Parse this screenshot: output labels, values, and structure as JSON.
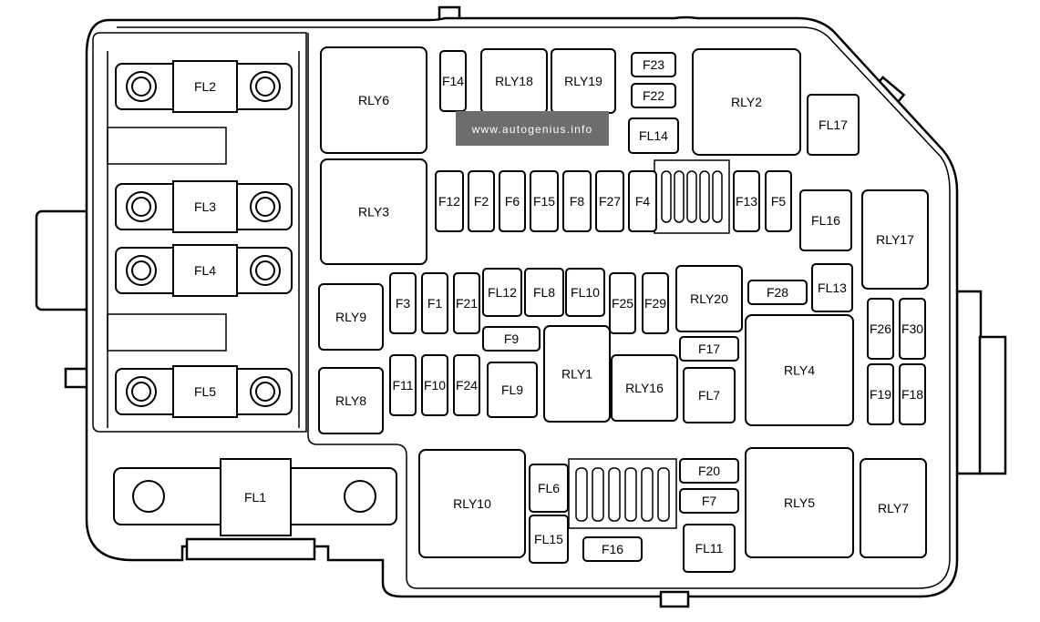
{
  "watermark": "www.autogenius.info",
  "relays": {
    "rly1": "RLY1",
    "rly2": "RLY2",
    "rly3": "RLY3",
    "rly4": "RLY4",
    "rly5": "RLY5",
    "rly6": "RLY6",
    "rly7": "RLY7",
    "rly8": "RLY8",
    "rly9": "RLY9",
    "rly10": "RLY10",
    "rly16": "RLY16",
    "rly17": "RLY17",
    "rly18": "RLY18",
    "rly19": "RLY19",
    "rly20": "RLY20"
  },
  "fusible_links": {
    "fl1": "FL1",
    "fl2": "FL2",
    "fl3": "FL3",
    "fl4": "FL4",
    "fl5": "FL5",
    "fl6": "FL6",
    "fl7": "FL7",
    "fl8": "FL8",
    "fl9": "FL9",
    "fl10": "FL10",
    "fl11": "FL11",
    "fl12": "FL12",
    "fl13": "FL13",
    "fl14_upper": "FL14",
    "fl15": "FL15",
    "fl16": "FL16",
    "fl17": "FL17"
  },
  "fuses": {
    "f1": "F1",
    "f2": "F2",
    "f3": "F3",
    "f4": "F4",
    "f5": "F5",
    "f6": "F6",
    "f7": "F7",
    "f8": "F8",
    "f9": "F9",
    "f10": "F10",
    "f11": "F11",
    "f12": "F12",
    "f13": "F13",
    "f14_lower": "FL14",
    "f15": "F15",
    "f16": "F16",
    "f17": "F17",
    "f18": "F18",
    "f19": "F19",
    "f20": "F20",
    "f21": "F21",
    "f22": "F22",
    "f23": "F23",
    "f24": "F24",
    "f25": "F25",
    "f26": "F26",
    "f27": "F27",
    "f28": "F28",
    "f29": "F29",
    "f30": "F30",
    "f14_top": "F14"
  }
}
